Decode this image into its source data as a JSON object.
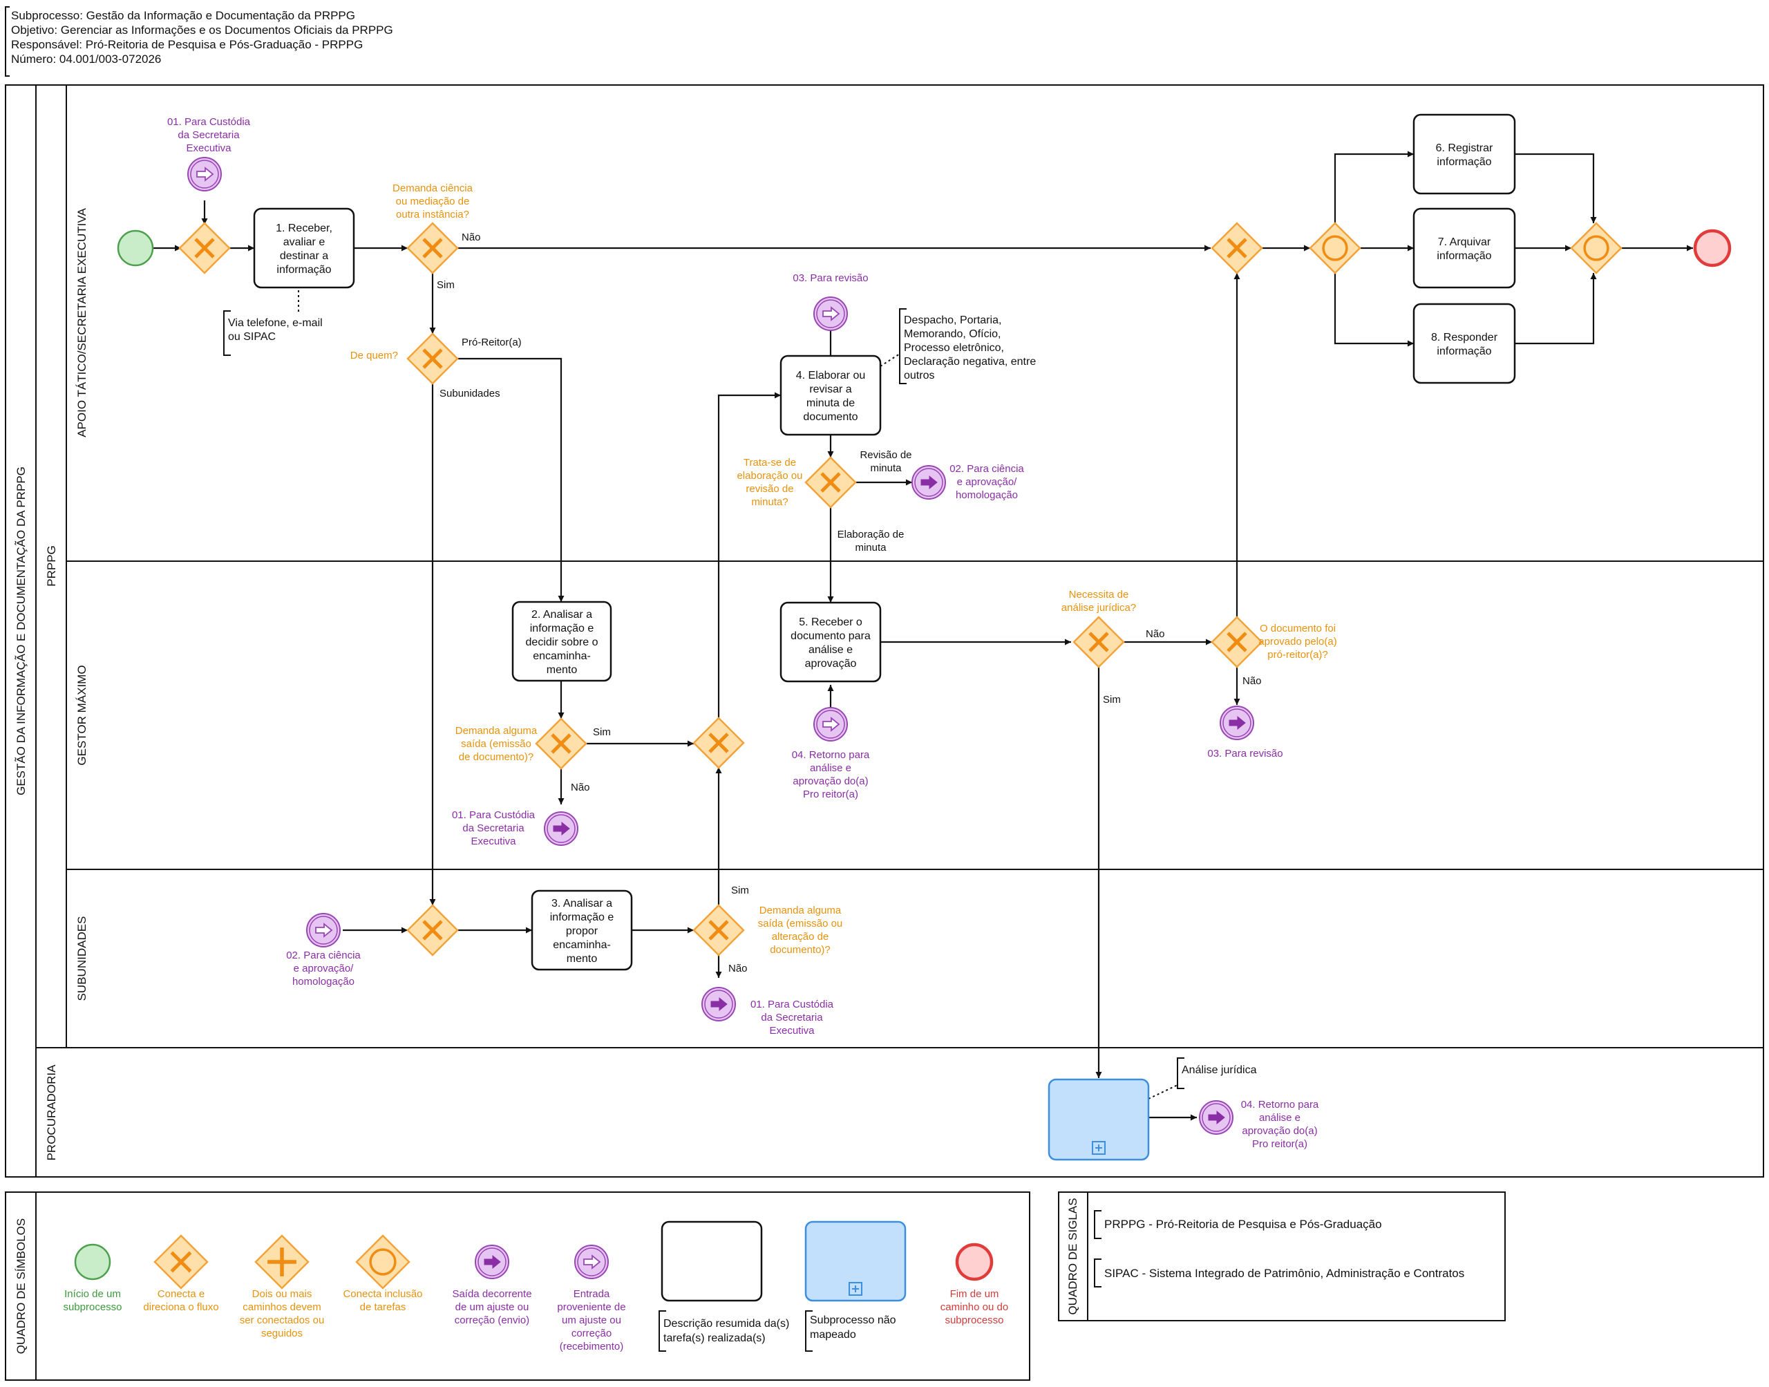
{
  "header": {
    "line1": "Subprocesso: Gestão da Informação e Documentação da PRPPG",
    "line2": "Objetivo: Gerenciar as Informações e os Documentos Oficiais da PRPPG",
    "line3": "Responsável: Pró-Reitoria de Pesquisa e Pós-Graduação - PRPPG",
    "line4": "Número: 04.001/003-072026"
  },
  "pool": {
    "title": "GESTÃO DA INFORMAÇÃO E DOCUMENTAÇÃO DA PRPPG",
    "group": "PRPPG",
    "lanes": {
      "apoio": "APOIO TÁTICO/SECRETARIA EXECUTIVA",
      "gestor": "GESTOR MÁXIMO",
      "subunidades": "SUBUNIDADES",
      "procuradoria": "PROCURADORIA"
    }
  },
  "tasks": {
    "t1": [
      "1. Receber,",
      "avaliar e",
      "destinar a",
      "informação"
    ],
    "t2": [
      "2. Analisar a",
      "informação e",
      "decidir sobre o",
      "encaminha-",
      "mento"
    ],
    "t3": [
      "3. Analisar a",
      "informação e",
      "propor",
      "encaminha-",
      "mento"
    ],
    "t4": [
      "4. Elaborar ou",
      "revisar a",
      "minuta de",
      "documento"
    ],
    "t5": [
      "5. Receber o",
      "documento para",
      "análise e",
      "aprovação"
    ],
    "t6": [
      "6. Registrar",
      "informação"
    ],
    "t7": [
      "7. Arquivar",
      "informação"
    ],
    "t8": [
      "8. Responder",
      "informação"
    ]
  },
  "gateway_questions": {
    "g_demanda_ciencia": [
      "Demanda ciência",
      "ou mediação de",
      "outra instância?"
    ],
    "g_de_quem": [
      "De quem?"
    ],
    "g_trata_se": [
      "Trata-se de",
      "elaboração ou",
      "revisão de",
      "minuta?"
    ],
    "g_demanda_saida_gestor": [
      "Demanda alguma",
      "saída (emissão",
      "de documento)?"
    ],
    "g_necessita": [
      "Necessita de",
      "análise jurídica?"
    ],
    "g_aprovado": [
      "O documento foi",
      "aprovado pelo(a)",
      "pró-reitor(a)?"
    ],
    "g_demanda_saida_sub": [
      "Demanda alguma",
      "saída (emissão ou",
      "alteração de",
      "documento)?"
    ]
  },
  "flow_labels": {
    "nao": "Não",
    "sim": "Sim",
    "pro_reitor": "Pró-Reitor(a)",
    "subunidades": "Subunidades",
    "revisao_minuta": [
      "Revisão de",
      "minuta"
    ],
    "elaboracao_minuta": [
      "Elaboração de",
      "minuta"
    ]
  },
  "events": {
    "in_custodia": [
      "01. Para Custódia",
      "da Secretaria",
      "Executiva"
    ],
    "in_revisao": [
      "03. Para revisão"
    ],
    "out_ciencia": [
      "02. Para ciência",
      "e aprovação/",
      "homologação"
    ],
    "in_retorno": [
      "04. Retorno para",
      "análise e",
      "aprovação do(a)",
      "Pro reitor(a)"
    ],
    "out_revisao": [
      "03. Para revisão"
    ],
    "out_custodia_gestor": [
      "01. Para Custódia",
      "da Secretaria",
      "Executiva"
    ],
    "in_ciencia_sub": [
      "02. Para ciência",
      "e aprovação/",
      "homologação"
    ],
    "out_custodia_sub": [
      "01. Para Custódia",
      "da Secretaria",
      "Executiva"
    ],
    "out_retorno_proc": [
      "04. Retorno para",
      "análise e",
      "aprovação do(a)",
      "Pro reitor(a)"
    ]
  },
  "annotations": {
    "via": [
      "Via telefone, e-mail",
      "ou SIPAC"
    ],
    "docs": [
      "Despacho, Portaria,",
      "Memorando, Ofício,",
      "Processo eletrônico,",
      "Declaração negativa, entre",
      "outros"
    ],
    "juridica": [
      "Análise jurídica"
    ]
  },
  "legend": {
    "title": "QUADRO DE SÍMBOLOS",
    "inicio": [
      "Início de um",
      "subprocesso"
    ],
    "conecta": [
      "Conecta e",
      "direciona o fluxo"
    ],
    "dois": [
      "Dois ou mais",
      "caminhos devem",
      "ser conectados ou",
      "seguidos"
    ],
    "inclusao": [
      "Conecta inclusão",
      "de tarefas"
    ],
    "saida": [
      "Saída decorrente",
      "de um ajuste ou",
      "correção (envio)"
    ],
    "entrada": [
      "Entrada",
      "proveniente de",
      "um ajuste ou",
      "correção",
      "(recebimento)"
    ],
    "tarefa": [
      "Descrição resumida da(s)",
      "tarefa(s) realizada(s)"
    ],
    "subprocesso": [
      "Subprocesso não",
      "mapeado"
    ],
    "fim": [
      "Fim de um",
      "caminho ou do",
      "subprocesso"
    ]
  },
  "siglas": {
    "title": "QUADRO DE SIGLAS",
    "prppg": "PRPPG - Pró-Reitoria de Pesquisa e Pós-Graduação",
    "sipac": "SIPAC - Sistema Integrado de Patrimônio, Administração e Contratos"
  },
  "colors": {
    "task_stroke": "#111111",
    "gateway_fill": "#ffe0ab",
    "gateway_stroke": "#f2a33a",
    "gateway_mark": "#f08c12",
    "event_fill": "#e6c5f2",
    "event_stroke": "#9a45b5",
    "event_arrow": "#8a2ea6",
    "start_fill": "#c9ecc9",
    "start_stroke": "#4ea04e",
    "end_fill": "#ffd0d0",
    "end_stroke": "#e03c3c",
    "subprocess_fill": "#c2e0fb",
    "subprocess_stroke": "#3c8ee0"
  }
}
